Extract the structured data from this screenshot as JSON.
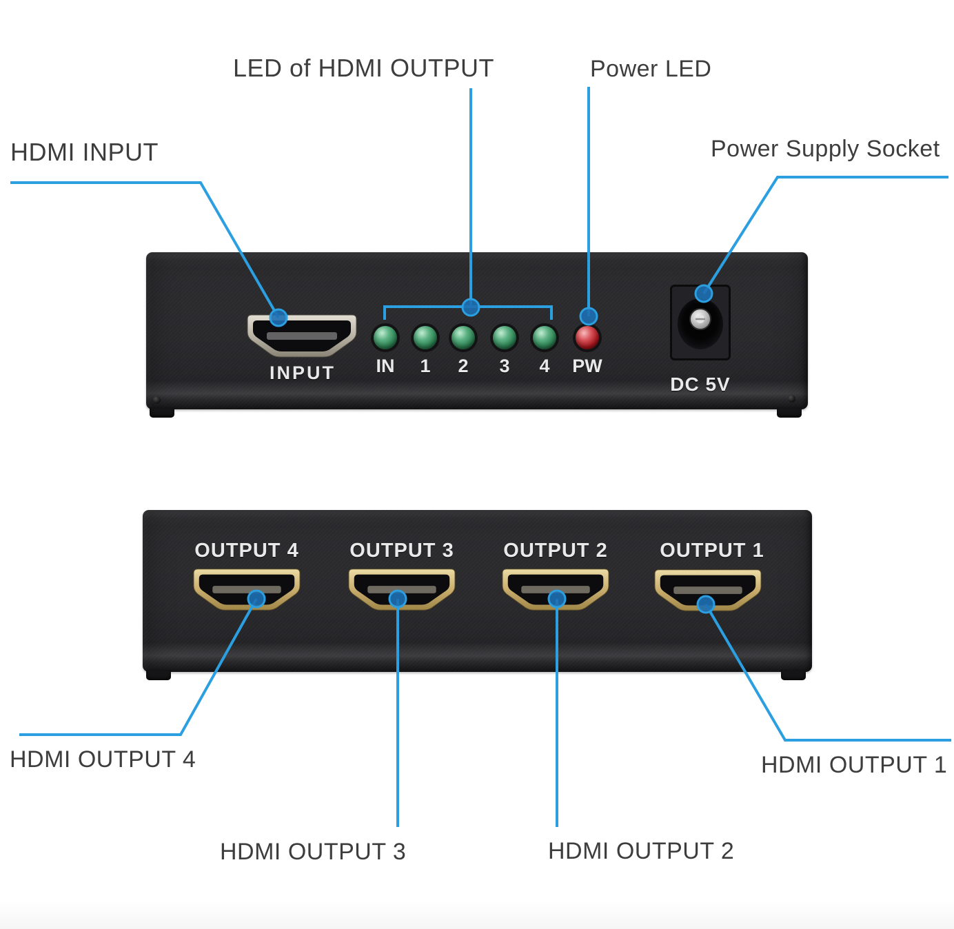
{
  "diagram_title": "HDMI splitter front and back panel callout diagram",
  "annotations": {
    "hdmi_input": "HDMI INPUT",
    "led_of_hdmi_output": "LED of HDMI OUTPUT",
    "power_led": "Power LED",
    "power_supply_socket": "Power Supply Socket",
    "hdmi_output_4": "HDMI OUTPUT 4",
    "hdmi_output_3": "HDMI OUTPUT 3",
    "hdmi_output_2": "HDMI OUTPUT 2",
    "hdmi_output_1": "HDMI OUTPUT 1"
  },
  "front_panel": {
    "input_port_label": "INPUT",
    "led_labels": [
      "IN",
      "1",
      "2",
      "3",
      "4",
      "PW"
    ],
    "led_colors": [
      "green",
      "green",
      "green",
      "green",
      "green",
      "red"
    ],
    "dc_socket_label": "DC 5V"
  },
  "back_panel": {
    "output_labels": [
      "OUTPUT 4",
      "OUTPUT 3",
      "OUTPUT 2",
      "OUTPUT 1"
    ]
  },
  "colors": {
    "annotation_line_blue": "#2b9fe0",
    "callout_dot_fill": "#1d6fb3",
    "annotation_text_gray": "#3d3d3d",
    "led_green": "#2f8354",
    "led_red": "#a3141b",
    "device_body": "#29292c",
    "hdmi_rim_gold": "#cdb272",
    "hdmi_rim_silver": "#b9b3a5"
  },
  "icons": {
    "hdmi_port": "trapezoid-receptacle-shape",
    "dc_jack": "circle-barrel-in-square",
    "led_indicator": "glossy-filled-circle",
    "callout_dot": "blue-filled-circle"
  }
}
